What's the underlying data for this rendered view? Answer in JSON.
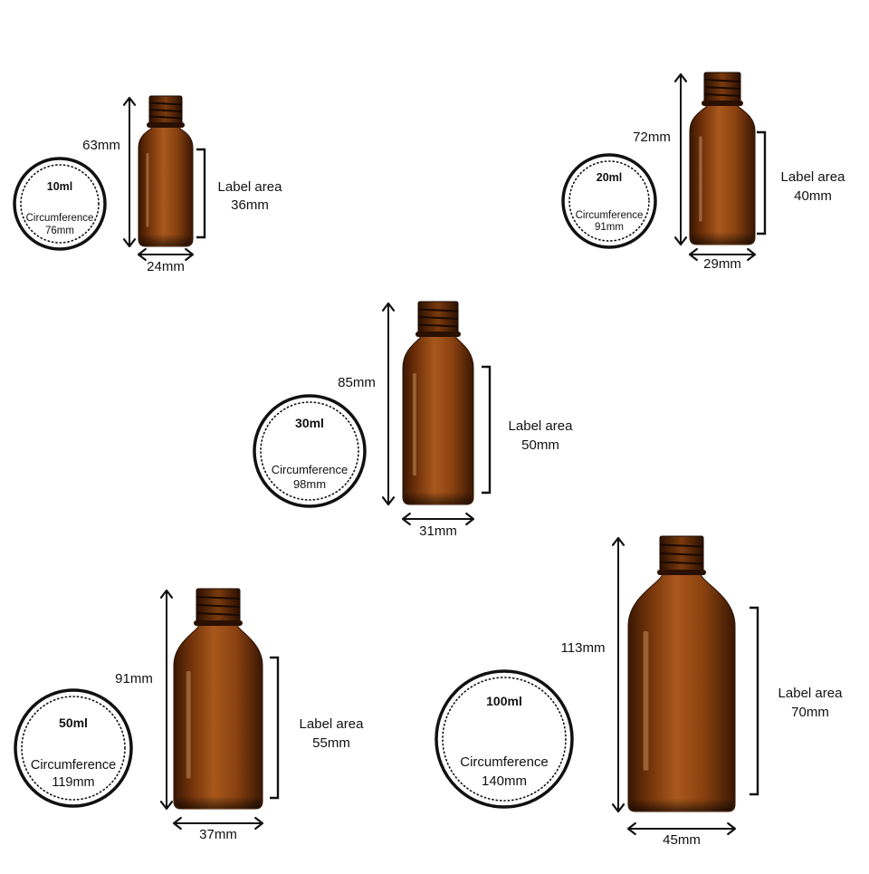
{
  "bottles": [
    {
      "id": "10ml",
      "volume": "10ml",
      "height": "63mm",
      "width": "24mm",
      "label_title": "Label area",
      "label_size": "36mm",
      "circ_title": "Circumference",
      "circ_value": "76mm"
    },
    {
      "id": "20ml",
      "volume": "20ml",
      "height": "72mm",
      "width": "29mm",
      "label_title": "Label area",
      "label_size": "40mm",
      "circ_title": "Circumference",
      "circ_value": "91mm"
    },
    {
      "id": "30ml",
      "volume": "30ml",
      "height": "85mm",
      "width": "31mm",
      "label_title": "Label area",
      "label_size": "50mm",
      "circ_title": "Circumference",
      "circ_value": "98mm"
    },
    {
      "id": "50ml",
      "volume": "50ml",
      "height": "91mm",
      "width": "37mm",
      "label_title": "Label area",
      "label_size": "55mm",
      "circ_title": "Circumference",
      "circ_value": "119mm"
    },
    {
      "id": "100ml",
      "volume": "100ml",
      "height": "113mm",
      "width": "45mm",
      "label_title": "Label area",
      "label_size": "70mm",
      "circ_title": "Circumference",
      "circ_value": "140mm"
    }
  ],
  "colors": {
    "amber_dark": "#3a1703",
    "amber_mid": "#7a3a0c",
    "amber_light": "#a9581c",
    "ink": "#111111"
  }
}
